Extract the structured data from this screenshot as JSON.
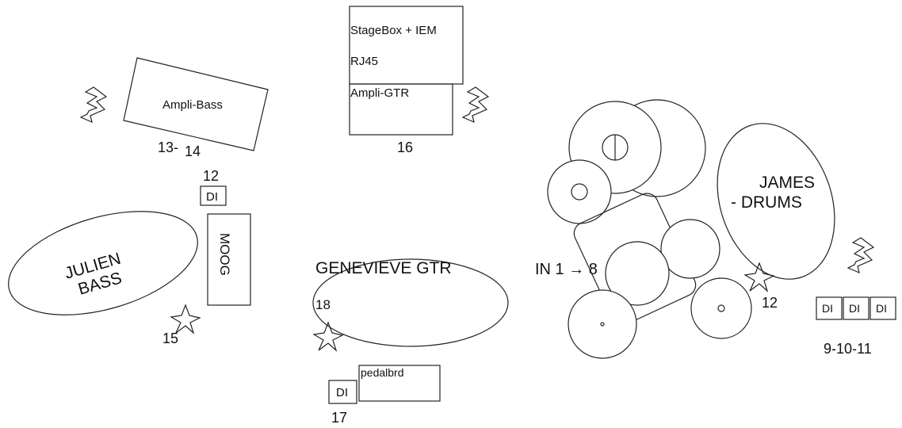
{
  "labels": {
    "stagebox": "StageBox + IEM",
    "rj45": "RJ45",
    "ampli_gtr": "Ampli-GTR",
    "ampli_gtr_channel": "16",
    "ampli_bass": "Ampli-Bass",
    "ampli_bass_channel_a": "13-",
    "ampli_bass_channel_b": "14",
    "moog_channel": "12",
    "moog_di": "DI",
    "moog": "MOOG",
    "julien_line1": "JULIEN",
    "julien_line2": "BASS",
    "julien_channel": "15",
    "genevieve": "GENEVIEVE GTR",
    "genevieve_channel": "18",
    "pedalboard": "pedalbrd",
    "gtr_di": "DI",
    "gtr_di_channel": "17",
    "drums_in": "IN 1 → 8",
    "james_line1": "JAMES",
    "james_line2": "- DRUMS",
    "drums_star_channel": "12",
    "di_boxes": [
      "DI",
      "DI",
      "DI"
    ],
    "di_channels": "9-10-11"
  }
}
